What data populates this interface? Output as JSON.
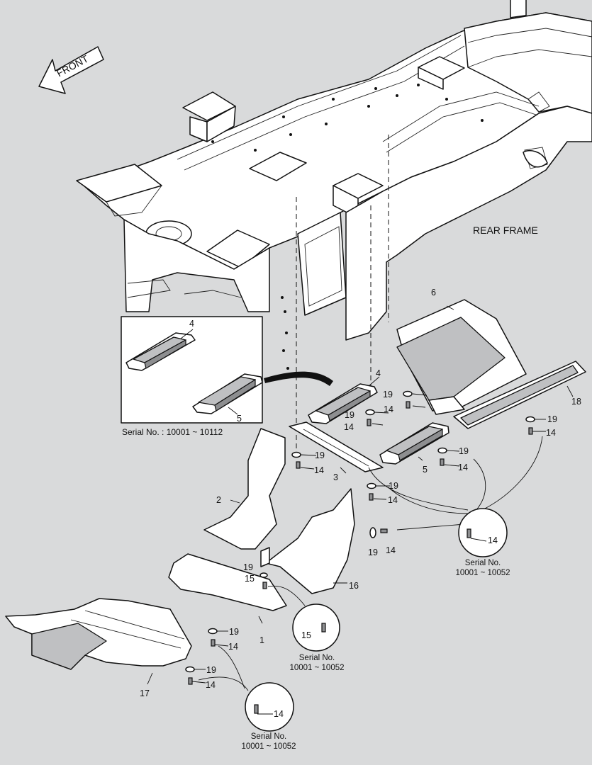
{
  "front_label": "FRONT",
  "frame_label": "REAR FRAME",
  "inset_serial": "Serial No. : 10001 ~ 10112",
  "callouts": [
    {
      "num": "14",
      "serial_title": "Serial No.",
      "serial_range": "10001 ~ 10052"
    },
    {
      "num": "15",
      "serial_title": "Serial No.",
      "serial_range": "10001 ~ 10052"
    },
    {
      "num": "14",
      "serial_title": "Serial No.",
      "serial_range": "10001 ~ 10052"
    }
  ],
  "parts": {
    "p1": "1",
    "p2": "2",
    "p3": "3",
    "p4a": "4",
    "p4b": "4",
    "p5a": "5",
    "p5b": "5",
    "p6": "6",
    "p16": "16",
    "p17": "17",
    "p18": "18",
    "p14": "14",
    "p15": "15",
    "p19": "19"
  },
  "colors": {
    "background": "#d9dadb",
    "line": "#111111",
    "shaded_part": "#bfc0c2"
  }
}
